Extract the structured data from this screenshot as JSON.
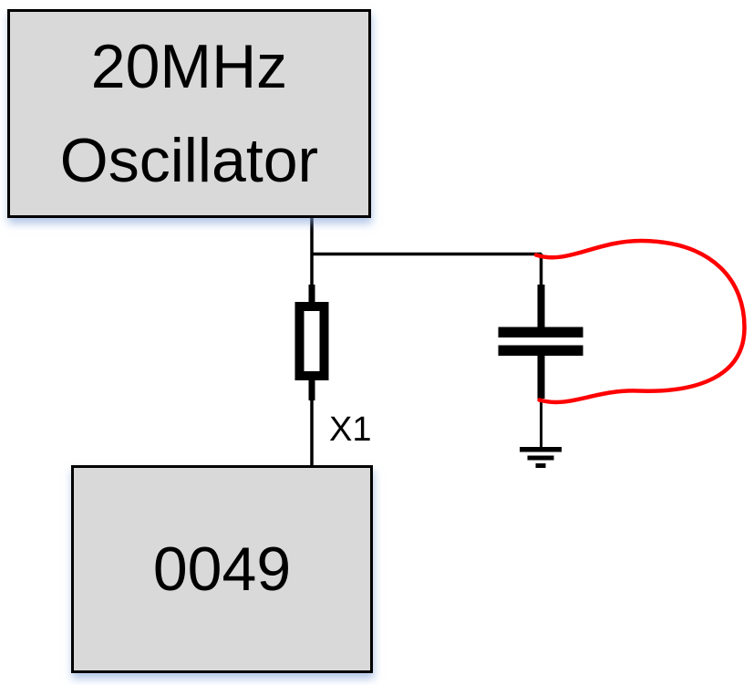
{
  "colors": {
    "box-fill": "#d9d9d9",
    "box-border": "#000000",
    "wire-black": "#000000",
    "jumper-red": "#ff0000"
  },
  "oscillator_box": {
    "line1": "20MHz",
    "line2": "Oscillator"
  },
  "ic_box": {
    "label": "0049"
  },
  "net_labels": {
    "x1": "X1"
  }
}
